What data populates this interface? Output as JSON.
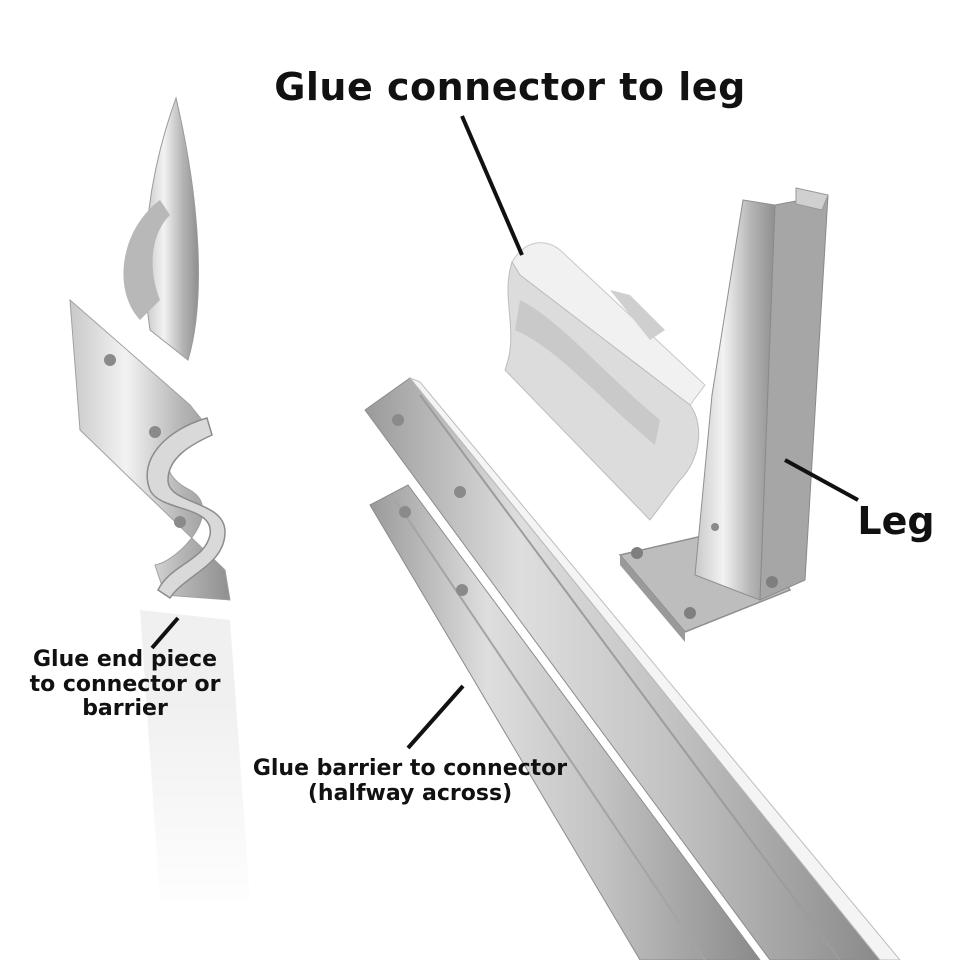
{
  "labels": {
    "connector": "Glue connector to leg",
    "leg": "Leg",
    "end_piece_lines": [
      "Glue end piece",
      "to connector or",
      "barrier"
    ],
    "barrier_lines": [
      "Glue barrier to connector",
      "(halfway across)"
    ]
  },
  "colors": {
    "metal_light": "#e4e4e4",
    "metal_mid": "#bdbdbd",
    "metal_dark": "#8e8e8e",
    "connector": "#dedede",
    "leader_line": "#111111",
    "text": "#111111",
    "background": "#ffffff"
  }
}
